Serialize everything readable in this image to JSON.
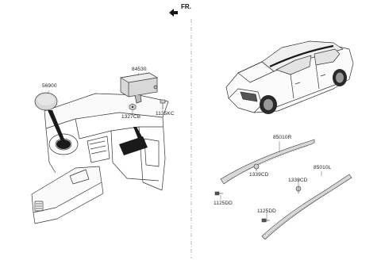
{
  "orientation": {
    "label": "FR."
  },
  "callouts": {
    "driver_airbag": "56900",
    "passenger_airbag": "84530",
    "passenger_nut": "1327CB",
    "passenger_bolt": "1125KC",
    "curtain_right": "85010R",
    "curtain_right_clip": "1339CD",
    "curtain_right_bolt": "1125DD",
    "curtain_left": "85010L",
    "curtain_left_clip": "1339CD",
    "curtain_left_bolt": "1125DD"
  },
  "colors": {
    "line": "#333333",
    "part_fill": "#d8d8d8",
    "part_dark": "#1a1a1a",
    "divider": "#9a9a9a"
  }
}
